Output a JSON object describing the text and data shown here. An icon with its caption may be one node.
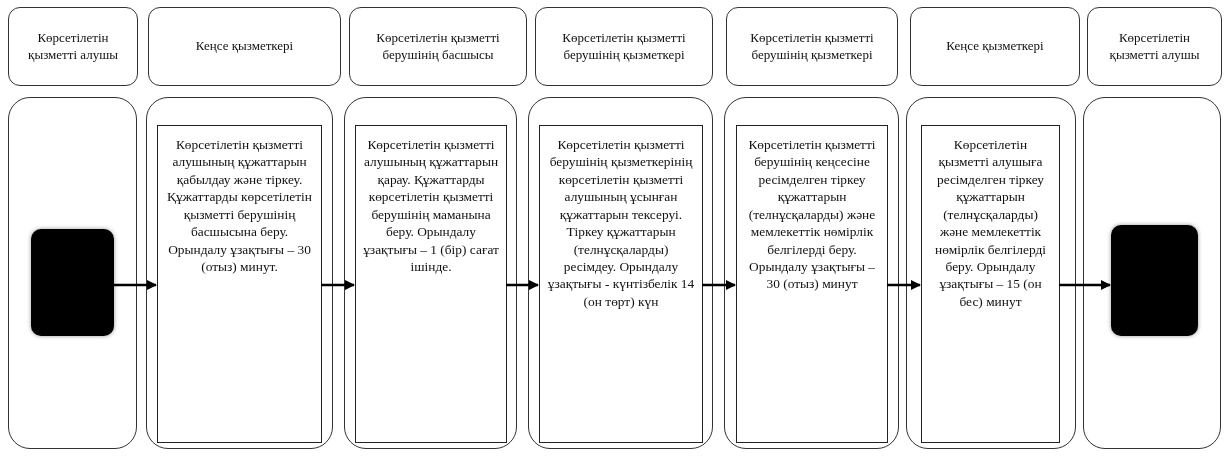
{
  "diagram": {
    "nodes": [
      {
        "text": [
          "Көрсетілетін қызметті алушы"
        ]
      },
      {
        "text": [
          "Кеңсе қызметкері"
        ]
      },
      {
        "text": [
          "Көрсетілетін қызметті берушінің басшысы"
        ]
      },
      {
        "text": [
          "Көрсетілетін қызметті берушінің қызметкері"
        ]
      },
      {
        "text": [
          "Көрсетілетін қызметті берушінің қызметкері"
        ]
      },
      {
        "text": [
          "Кеңсе қызметкері"
        ]
      },
      {
        "text": [
          "Көрсетілетін қызметті алушы"
        ]
      },
      {
        "text": [],
        "shape": "band"
      },
      {
        "text": [],
        "shape": "band"
      },
      {
        "text": [],
        "shape": "band"
      },
      {
        "text": [],
        "shape": "band"
      },
      {
        "text": [],
        "shape": "band"
      },
      {
        "text": [],
        "shape": "band"
      },
      {
        "text": [],
        "shape": "band"
      },
      {
        "text": [],
        "shape": "box",
        "in": 7
      },
      {
        "text": [
          "Көрсетілетін қызметті алушының құжаттарын қабылдау және тіркеу. Құжаттарды көрсетілетін қызметті берушінің басшысына беру. Орындалу ұзақтығы – 30 (отыз) минут."
        ],
        "in": 8
      },
      {
        "text": [
          "Көрсетілетін қызметті алушының құжаттарын қарау. Құжаттарды көрсетілетін қызметті берушінің маманына беру. Орындалу ұзақтығы – 1 (бір) сағат ішінде."
        ],
        "in": 9
      },
      {
        "text": [
          "Көрсетілетін қызметті берушінің қызметкерінің көрсетілетін қызметті алушының ұсынған құжаттарын тексеруі. Тіркеу құжаттарын (телнұсқаларды) ресімдеу. Орындалу ұзақтығы - күнтізбелік 14 (он төрт) күн"
        ],
        "in": 10
      },
      {
        "text": [
          "Көрсетілетін қызметті берушінің кеңсесіне ресімделген тіркеу құжаттарын (телнұсқаларды) және мемлекеттік нөмірлік белгілерді беру. Орындалу ұзақтығы – 30 (отыз) минут"
        ],
        "in": 11
      },
      {
        "text": [
          "Көрсетілетін қызметті алушыға ресімделген тіркеу құжаттарын (телнұсқаларды) және мемлекеттік нөмірлік белгілерді беру. Орындалу ұзақтығы – 15 (он бес) минут"
        ],
        "in": 12
      },
      {
        "text": [],
        "shape": "box",
        "in": 13
      }
    ],
    "edges": [
      {
        "from": 14,
        "to": 15,
        "arrow": "to"
      },
      {
        "from": 15,
        "to": 16,
        "arrow": "to"
      },
      {
        "from": 16,
        "to": 17,
        "arrow": "to"
      },
      {
        "from": 17,
        "to": 18,
        "arrow": "to"
      },
      {
        "from": 18,
        "to": 19,
        "arrow": "to"
      },
      {
        "from": 19,
        "to": 20,
        "arrow": "to"
      }
    ]
  }
}
